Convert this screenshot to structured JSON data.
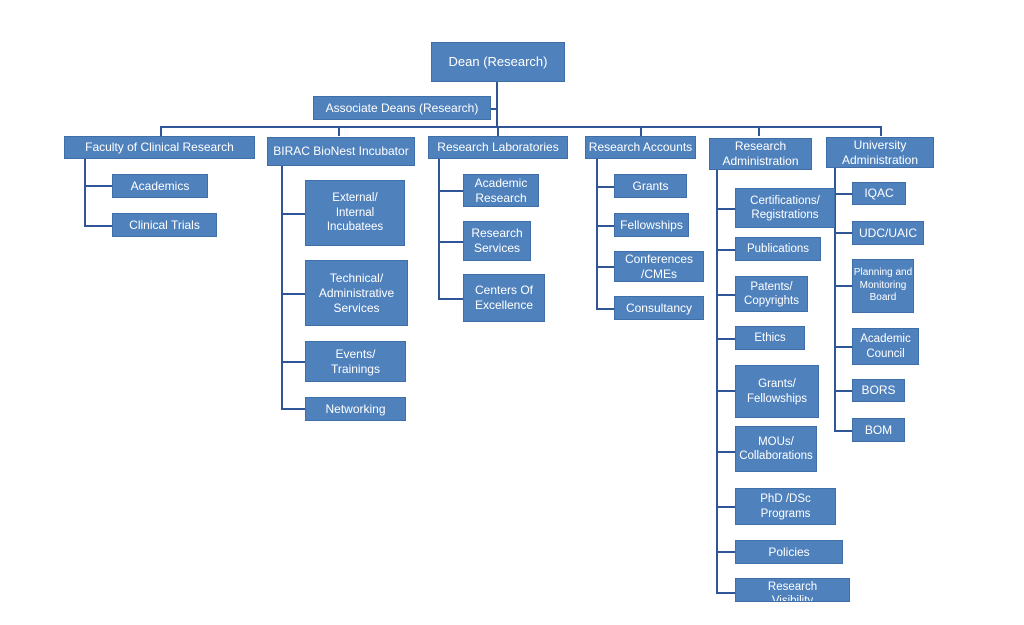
{
  "root": "Dean (Research)",
  "associate": "Associate Deans (Research)",
  "columns": {
    "clinical": {
      "header": "Faculty of Clinical Research",
      "items": [
        "Academics",
        "Clinical Trials"
      ]
    },
    "birac": {
      "header": "BIRAC BioNest Incubator",
      "items": [
        "External/\nInternal\nIncubatees",
        "Technical/\nAdministrative\nServices",
        "Events/\nTrainings",
        "Networking"
      ]
    },
    "labs": {
      "header": "Research Laboratories",
      "items": [
        "Academic\nResearch",
        "Research\nServices",
        "Centers Of\nExcellence"
      ]
    },
    "accounts": {
      "header": "Research Accounts",
      "items": [
        "Grants",
        "Fellowships",
        "Conferences\n/CMEs",
        "Consultancy"
      ]
    },
    "admin": {
      "header": "Research\nAdministration",
      "items": [
        "Certifications/\nRegistrations",
        "Publications",
        "Patents/\nCopyrights",
        "Ethics",
        "Grants/\nFellowships",
        "MOUs/\nCollaborations",
        "PhD /DSc\nPrograms",
        "Policies",
        "Research\nVisibility"
      ]
    },
    "university": {
      "header": "University\nAdministration",
      "items": [
        "IQAC",
        "UDC/UAIC",
        "Planning and\nMonitoring\nBoard",
        "Academic\nCouncil",
        "BORS",
        "BOM"
      ]
    }
  }
}
